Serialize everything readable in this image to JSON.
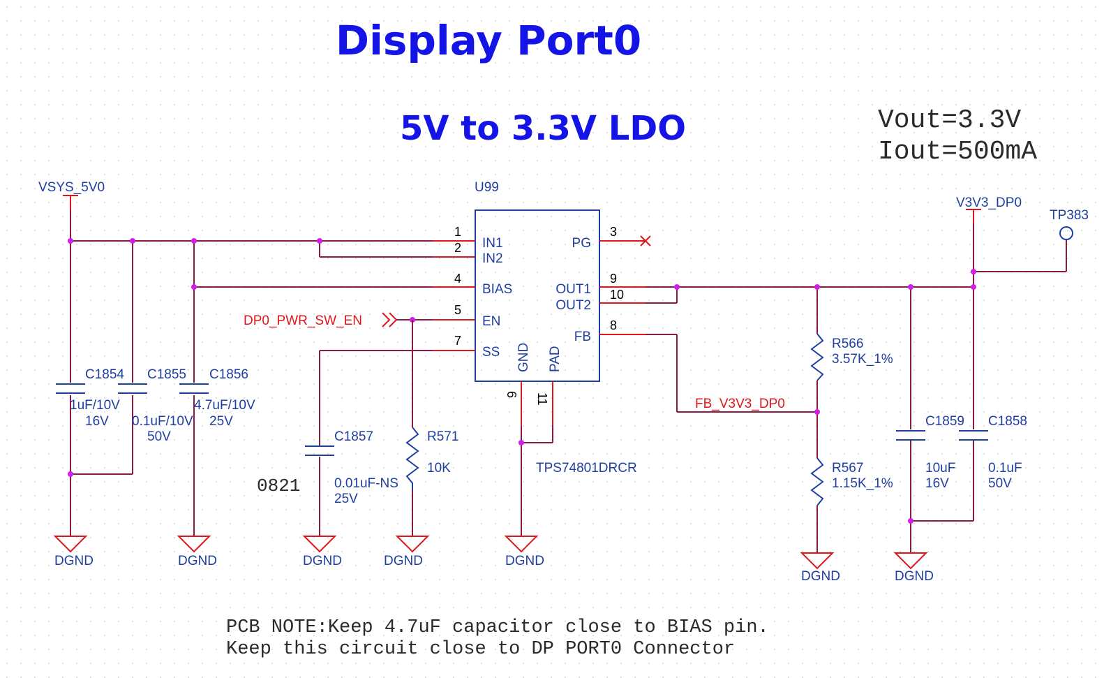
{
  "title": "Display Port0",
  "subtitle": "5V to 3.3V LDO",
  "spec": {
    "vout": "Vout=3.3V",
    "iout": "Iout=500mA"
  },
  "nets": {
    "vsys": "VSYS_5V0",
    "v3v3": "V3V3_DP0",
    "testpoint": "TP383",
    "enable": "DP0_PWR_SW_EN",
    "feedback": "FB_V3V3_DP0"
  },
  "ic": {
    "refdes": "U99",
    "part": "TPS74801DRCR",
    "pins": {
      "in1": {
        "name": "IN1",
        "num": "1"
      },
      "in2": {
        "name": "IN2",
        "num": "2"
      },
      "pg": {
        "name": "PG",
        "num": "3"
      },
      "bias": {
        "name": "BIAS",
        "num": "4"
      },
      "out1": {
        "name": "OUT1",
        "num": "9"
      },
      "out2": {
        "name": "OUT2",
        "num": "10"
      },
      "en": {
        "name": "EN",
        "num": "5"
      },
      "fb": {
        "name": "FB",
        "num": "8"
      },
      "ss": {
        "name": "SS",
        "num": "7"
      },
      "gnd": {
        "name": "GND",
        "num": "6"
      },
      "pad": {
        "name": "PAD",
        "num": "11"
      }
    }
  },
  "components": {
    "c1854": {
      "ref": "C1854",
      "value": "1uF/10V",
      "rating": "16V"
    },
    "c1855": {
      "ref": "C1855",
      "value": "0.1uF/10V",
      "rating": "50V"
    },
    "c1856": {
      "ref": "C1856",
      "value": "4.7uF/10V",
      "rating": "25V"
    },
    "c1857": {
      "ref": "C1857",
      "value": "0.01uF-NS",
      "rating": "25V"
    },
    "r571": {
      "ref": "R571",
      "value": "10K"
    },
    "r566": {
      "ref": "R566",
      "value": "3.57K_1%"
    },
    "r567": {
      "ref": "R567",
      "value": "1.15K_1%"
    },
    "c1859": {
      "ref": "C1859",
      "value": "10uF",
      "rating": "16V"
    },
    "c1858": {
      "ref": "C1858",
      "value": "0.1uF",
      "rating": "50V"
    }
  },
  "ground_label": "DGND",
  "annotation_0821": "0821",
  "pcb_note": {
    "line1": "PCB NOTE:Keep 4.7uF capacitor close to BIAS pin.",
    "line2": "Keep this circuit close to DP PORT0 Connector"
  },
  "colors": {
    "title": "#1414e6",
    "wire": "#8b1a45",
    "pin": "#e0161b",
    "part": "#1f3fa0",
    "junction": "#d21ee6",
    "net_label": "#e0161b"
  }
}
